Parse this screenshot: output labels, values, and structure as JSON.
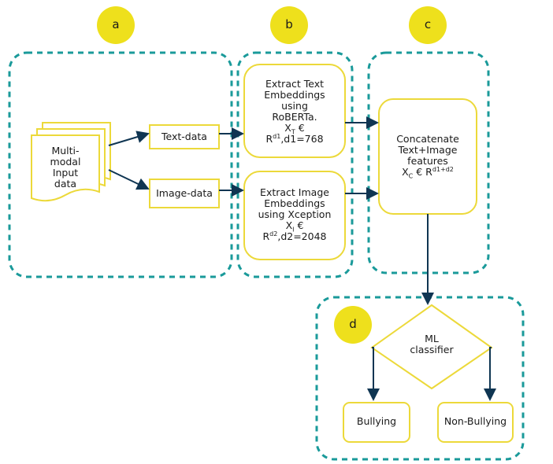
{
  "colors": {
    "region_border": "#1a9a9a",
    "box_border": "#ecd93a",
    "step_circle": "#eee01c",
    "arrow": "#0f3552"
  },
  "steps": {
    "a": "a",
    "b": "b",
    "c": "c",
    "d": "d"
  },
  "input": {
    "line1": "Multi-",
    "line2": "modal",
    "line3": "Input",
    "line4": "data"
  },
  "text_data": "Text-data",
  "image_data": "Image-data",
  "text_embed": {
    "line1": "Extract Text",
    "line2": "Embeddings",
    "line3": "using",
    "line4": "RoBERTa.",
    "var": "X",
    "var_sub": "T",
    "euro": "€",
    "r": "R",
    "r_sup": "d1",
    "tail": ",d1=768"
  },
  "image_embed": {
    "line1": "Extract Image",
    "line2": "Embeddings",
    "line3": "using Xception",
    "var": "X",
    "var_sub": "I",
    "euro": "€",
    "r": "R",
    "r_sup": "d2",
    "tail": ",d2=2048"
  },
  "concat": {
    "line1": "Concatenate",
    "line2": "Text+Image",
    "line3": "features",
    "var": "X",
    "var_sub": "C",
    "euro": " € R",
    "r_sup": "d1+d2"
  },
  "classifier": {
    "line1": "ML",
    "line2": "classifier"
  },
  "outputs": {
    "bullying": "Bullying",
    "non_bullying": "Non-Bullying"
  }
}
